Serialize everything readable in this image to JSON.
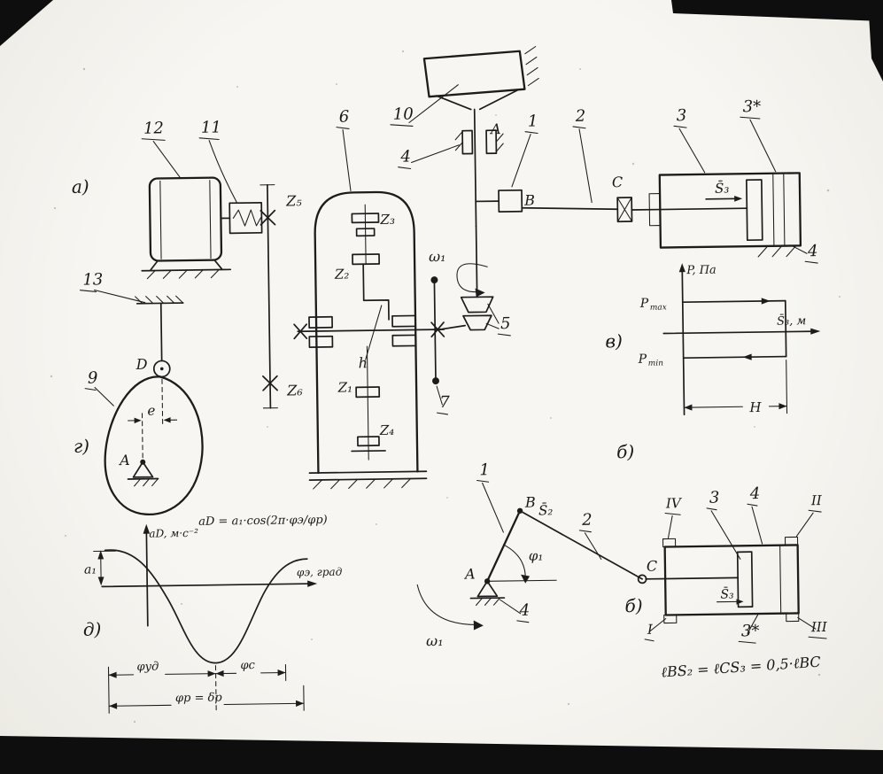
{
  "palette": {
    "paper": "#f5f4f0",
    "ink": "#1c1c1c"
  },
  "panels": {
    "a": "а)",
    "g": "г)",
    "d": "д)",
    "v": "в)",
    "b_mid": "б)",
    "b": "б)"
  },
  "scheme_a": {
    "motor": "12",
    "coupling": "11",
    "gearbox": "6",
    "housing": "10",
    "support": "4",
    "crank": "1",
    "rod": "2",
    "piston": "3",
    "piston_star": "3*",
    "frame": "4",
    "bevel": "5",
    "shaft": "7",
    "z5": "Z₅",
    "z6": "Z₆",
    "z3": "Z₃",
    "z2": "Z₂",
    "z1": "Z₁",
    "z4": "Z₄",
    "h": "h",
    "A": "A",
    "B": "B",
    "C": "C",
    "omega1": "ω₁",
    "s3": "S̄₃"
  },
  "cam_g": {
    "shaft": "13",
    "cam": "9",
    "D": "D",
    "A": "A",
    "e": "e"
  },
  "graph_d": {
    "formula": "aD = a₁·cos(2π·φэ/φр)",
    "y_axis": "aD, м·с⁻²",
    "x_axis": "φэ, град",
    "a1": "a₁",
    "phi_ud": "φуд",
    "phi_c": "φс",
    "phi_r": "φр = δр"
  },
  "indicator_v": {
    "p_axis": "P, Па",
    "s_axis": "S̄₃, м",
    "p": "P",
    "max": "max",
    "min": "min",
    "H": "H"
  },
  "linkage_b": {
    "crank": "1",
    "rod": "2",
    "ground": "4",
    "A": "A",
    "B": "B",
    "C": "C",
    "phi1": "φ₁",
    "omega1": "ω₁",
    "s2": "S̄₂",
    "s3": "S̄₃",
    "corner_I": "I",
    "corner_II": "II",
    "corner_III": "III",
    "corner_IV": "IV",
    "piston": "3",
    "piston_star": "3*",
    "cylinder": "4",
    "note": "ℓBS₂ = ℓCS₃ = 0,5·ℓBC"
  },
  "chart_data": [
    {
      "type": "line",
      "title": "aD = a₁·cos(2π·φэ/φр)",
      "xlabel": "φэ, град",
      "ylabel": "aD, м·с⁻²",
      "amplitude_label": "a₁",
      "x_segments": [
        "φуд",
        "φс"
      ],
      "x_total_label": "φр = δр",
      "shape": "cosine starting at +a₁, minimum −a₁ at mid-interval, returning to +a₁"
    },
    {
      "type": "line",
      "xlabel": "S̄₃, м",
      "ylabel": "P, Па",
      "levels": [
        "Pmax",
        "Pmin"
      ],
      "stroke_label": "H",
      "shape": "rectangular indicator loop: upper level Pmax traversed rightward, lower level Pmin traversed leftward, stroke H"
    }
  ]
}
